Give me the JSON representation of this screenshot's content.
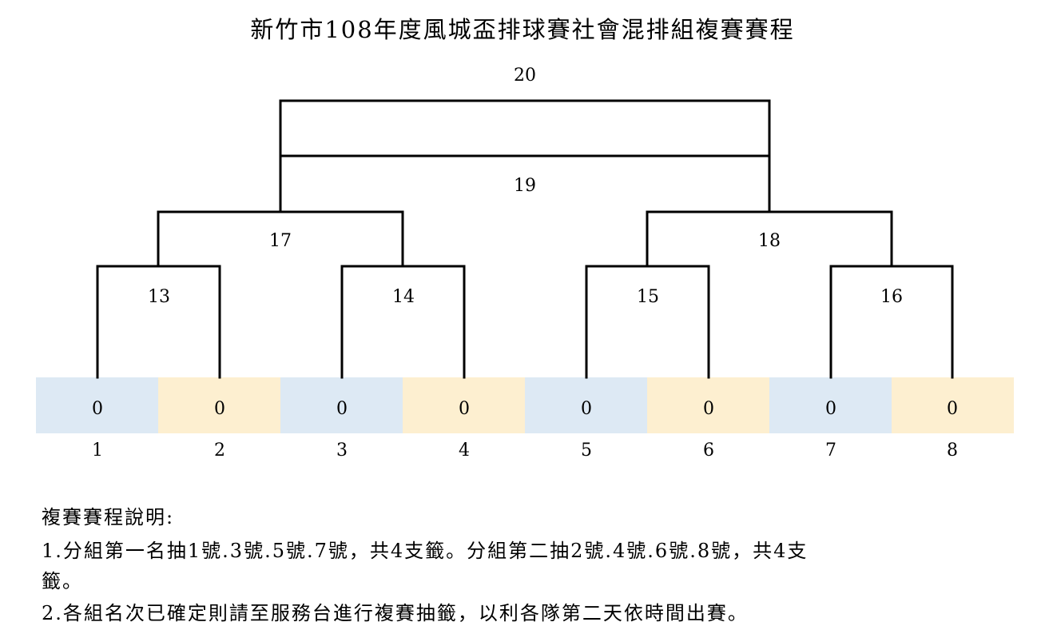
{
  "title": "新竹市108年度風城盃排球賽社會混排組複賽賽程",
  "bracket": {
    "slots": [
      {
        "seed": "1",
        "value": "0",
        "color": "#dde9f4"
      },
      {
        "seed": "2",
        "value": "0",
        "color": "#fdefd0"
      },
      {
        "seed": "3",
        "value": "0",
        "color": "#dde9f4"
      },
      {
        "seed": "4",
        "value": "0",
        "color": "#fdefd0"
      },
      {
        "seed": "5",
        "value": "0",
        "color": "#dde9f4"
      },
      {
        "seed": "6",
        "value": "0",
        "color": "#fdefd0"
      },
      {
        "seed": "7",
        "value": "0",
        "color": "#dde9f4"
      },
      {
        "seed": "8",
        "value": "0",
        "color": "#fdefd0"
      }
    ],
    "matches": {
      "m13": "13",
      "m14": "14",
      "m15": "15",
      "m16": "16",
      "m17": "17",
      "m18": "18",
      "m19": "19",
      "m20": "20"
    }
  },
  "notes": {
    "heading": "複賽賽程說明:",
    "line1": "1.分組第一名抽1號.3號.5號.7號，共4支籤。分組第二抽2號.4號.6號.8號，共4支",
    "line1_cont": "籤。",
    "line2": "2.各組名次已確定則請至服務台進行複賽抽籤，以利各隊第二天依時間出賽。"
  }
}
